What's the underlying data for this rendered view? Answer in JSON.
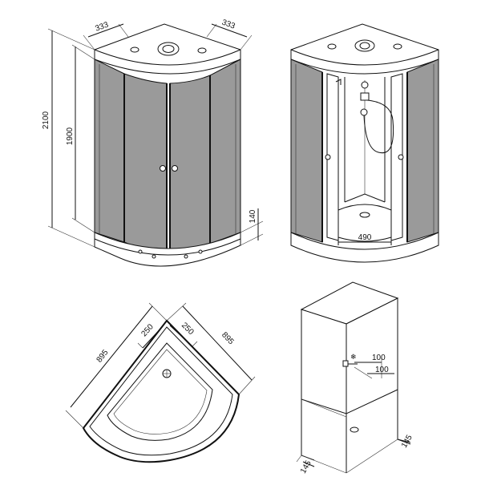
{
  "dimensions": {
    "top_left_width": "333",
    "top_right_width": "333",
    "total_height": "2100",
    "inner_height": "1900",
    "tray_height": "140",
    "tray_opening": "490",
    "plan_left_side": "895",
    "plan_right_side": "895",
    "plan_left_edge": "250",
    "plan_right_edge": "250",
    "wall_offset_1": "100",
    "wall_offset_2": "100",
    "wall_base_left": "145",
    "wall_base_right": "145"
  },
  "colors": {
    "line": "#111111",
    "glass_shade": "#9a9a9a",
    "background": "#ffffff"
  }
}
